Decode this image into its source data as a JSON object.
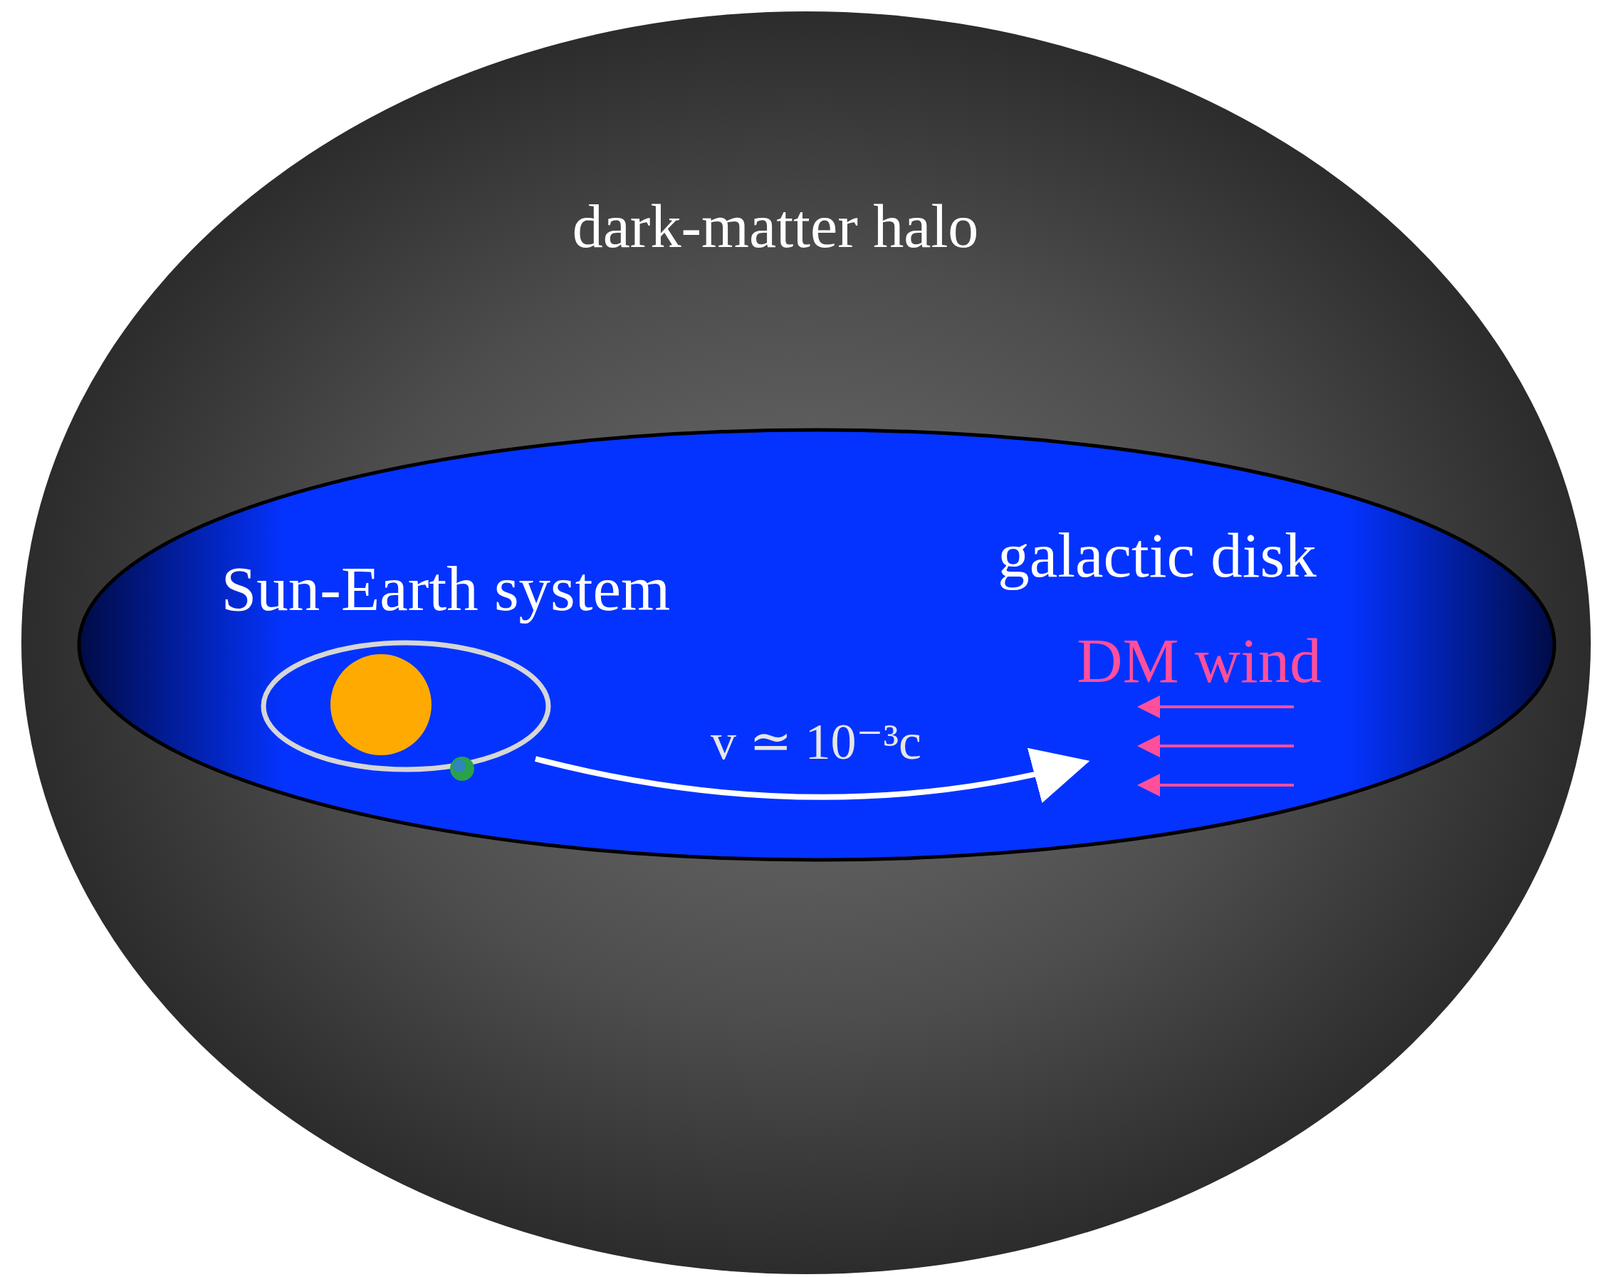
{
  "diagram": {
    "nodes": [
      {
        "text": [
          "dark-matter halo"
        ]
      },
      {
        "text": [
          "galactic disk"
        ],
        "in": 0
      }
    ],
    "labels": [
      "Sun-Earth system",
      "v ≃ 10⁻³c",
      "DM wind"
    ]
  }
}
